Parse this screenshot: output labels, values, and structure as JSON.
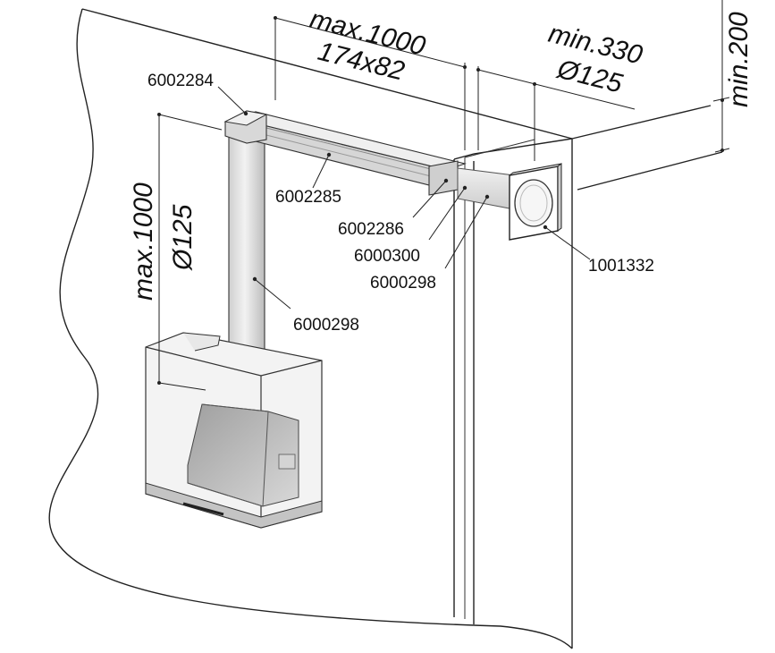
{
  "parts": {
    "duct_corner_top": "6002284",
    "flat_duct": "6002285",
    "duct_adapter": "6002286",
    "adapter_round": "6000300",
    "pipe_wall": "6000298",
    "pipe_vertical": "6000298",
    "wall_box": "1001332"
  },
  "dimensions": {
    "horizontal_max": "max.1000",
    "horizontal_size": "174x82",
    "wall_min": "min.330",
    "wall_diameter": "Ø125",
    "ceiling_min": "min.200",
    "vertical_max": "max.1000",
    "vertical_diameter": "Ø125"
  },
  "colors": {
    "line": "#222222",
    "duct_fill": "#e4e4e4",
    "duct_shade": "#c9c9c9",
    "hood_fill": "#bdbdbd",
    "glass_fill": "#ececec"
  }
}
